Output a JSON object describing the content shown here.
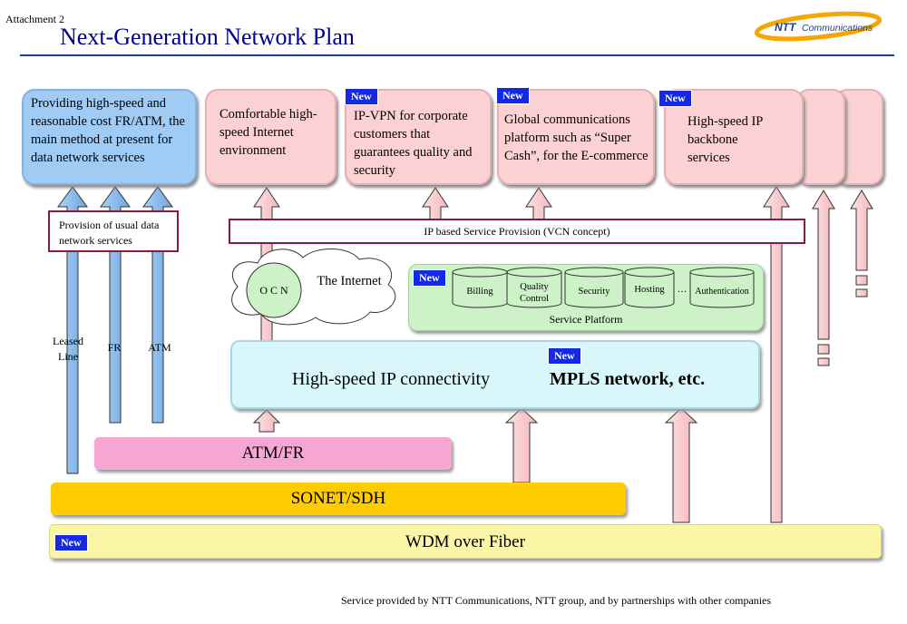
{
  "header": {
    "attachment": "Attachment 2",
    "title": "Next-Generation Network Plan",
    "logo_text": "NTT Communications"
  },
  "new_badge": "New",
  "top_cards": {
    "data_network": "Providing high-speed and reasonable cost FR/ATM, the main method at present for data network services",
    "internet": "Comfortable high-speed Internet environment",
    "ipvpn": "IP-VPN for corporate customers that guarantees quality and security",
    "global": "Global communications platform such as “Super Cash”, for the E-commerce",
    "backbone": "High-speed IP backbone services"
  },
  "provision_box": "Provision of usual data network services",
  "ip_provision_bar": "IP based Service Provision (VCN concept)",
  "internet_cloud": {
    "ocn": "O C N",
    "label": "The Internet"
  },
  "service_platform": {
    "label": "Service Platform",
    "items": [
      "Billing",
      "Quality Control",
      "Security",
      "Hosting",
      "Authentication"
    ],
    "ellipsis": "…"
  },
  "arrow_labels": {
    "leased": "Leased Line",
    "fr": "FR",
    "atm": "ATM"
  },
  "connectivity": {
    "left": "High-speed IP connectivity",
    "right": "MPLS network, etc."
  },
  "layers": {
    "atmfr": "ATM/FR",
    "sonet": "SONET/SDH",
    "wdm": "WDM over Fiber"
  },
  "footer": "Service provided by NTT Communications, NTT group, and by partnerships with other companies",
  "colors": {
    "title": "#00008b",
    "card_pink": "#fbd1d3",
    "card_blue": "#9fcbf5",
    "new_badge": "#1428e6",
    "atm_bar": "#f7a6d4",
    "sonet_bar": "#ffcc00",
    "wdm_bar": "#fbf5a6",
    "connect_bar": "#d9f7fb",
    "platform": "#cdf2c8"
  }
}
